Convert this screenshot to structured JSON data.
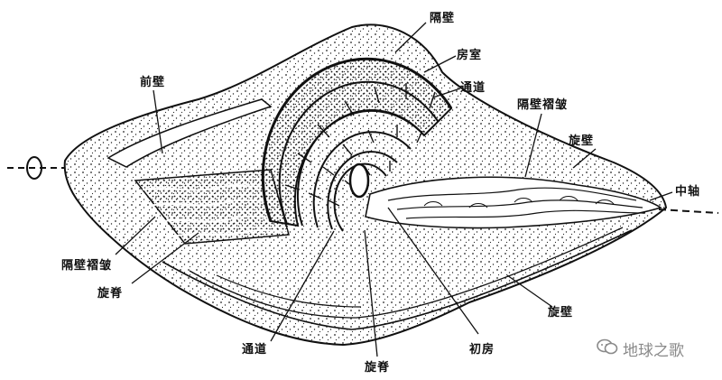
{
  "labels": {
    "septum": "隔壁",
    "chamber": "房室",
    "tunnel_top": "通道",
    "front_wall": "前壁",
    "septal_fluting_right": "隔壁褶皱",
    "spiral_wall_right": "旋壁",
    "axis": "中轴",
    "septal_fluting_left": "隔壁褶皱",
    "chomata_left": "旋脊",
    "spiral_wall_bottom": "旋壁",
    "tunnel_bottom": "通道",
    "proloculus": "初房",
    "chomata_bottom": "旋脊"
  },
  "watermark": {
    "text": "地球之歌"
  },
  "colors": {
    "ink": "#111111",
    "paper": "#ffffff",
    "watermark": "#8a8a8a"
  }
}
